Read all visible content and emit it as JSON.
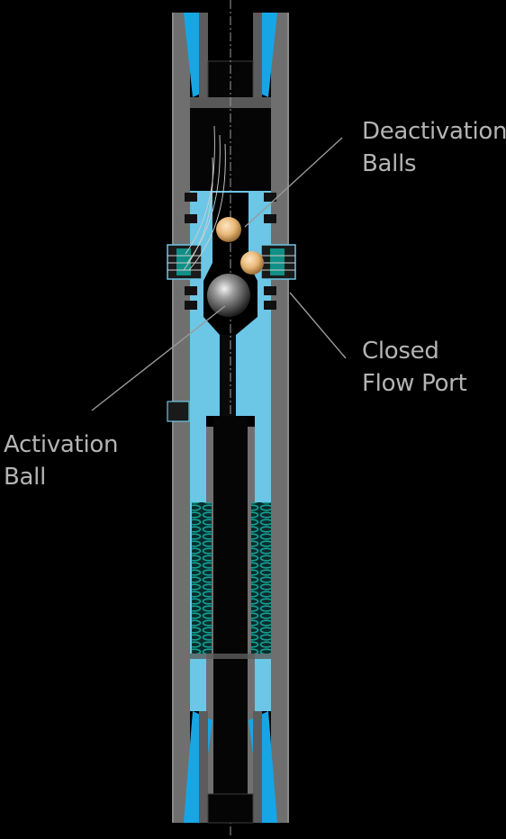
{
  "labels": {
    "deactivation_balls": {
      "line1": "Deactivation",
      "line2": "Balls"
    },
    "closed_flow_port": {
      "line1": "Closed",
      "line2": "Flow Port"
    },
    "activation_ball": {
      "line1": "Activation",
      "line2": "Ball"
    }
  },
  "colors": {
    "background": "#000000",
    "housing": "#6f6f6f",
    "sleeve": "#6cc6e6",
    "seal": "#16a6e6",
    "spring": "#0f8f86",
    "bore": "#050505",
    "label_text": "#b4b4b4",
    "deactivation_ball": "#e8b878",
    "activation_ball": "#9a9a9a"
  }
}
